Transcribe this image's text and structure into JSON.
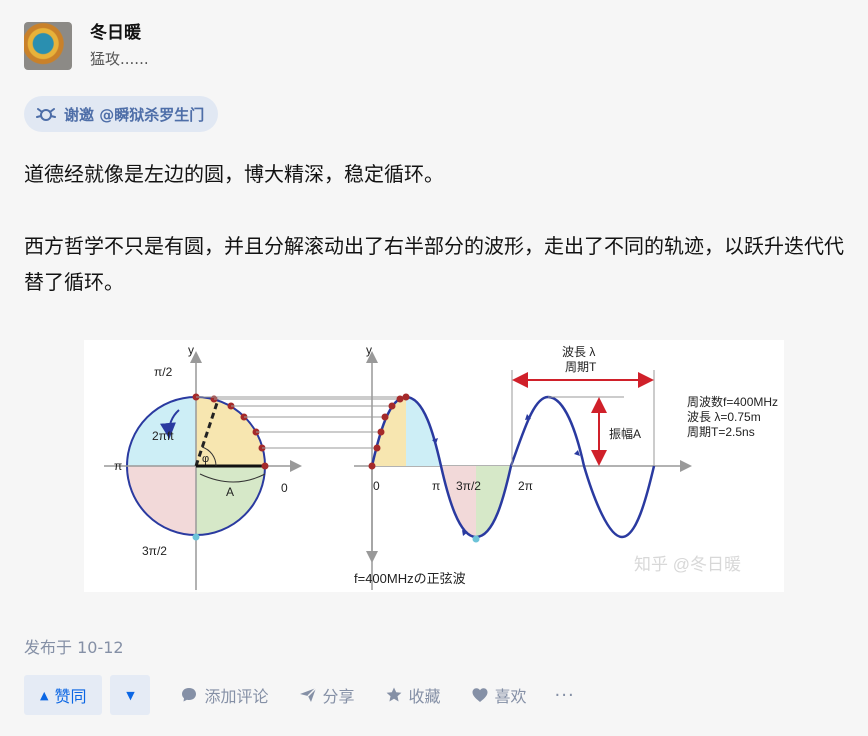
{
  "author": {
    "name": "冬日暖",
    "bio": "猛攻......"
  },
  "invite": {
    "text": "谢邀 @瞬狱杀罗生门"
  },
  "content": {
    "para1": "道德经就像是左边的圆，博大精深，稳定循环。",
    "para2": "西方哲学不只是有圆，并且分解滚动出了右半部分的波形，走出了不同的轨迹，以跃升迭代代替了循环。"
  },
  "figure": {
    "caption": "f=400MHzの正弦波",
    "watermark": "知乎 @冬日暖",
    "labels": {
      "y1": "y",
      "y2": "y",
      "pi_half": "π/2",
      "pi": "π",
      "three_pi_half_left": "3π/2",
      "two_pi_ft": "2πft",
      "phi": "φ",
      "A": "A",
      "zero_left": "0",
      "zero": "0",
      "pi_axis": "π",
      "three_pi_half": "3π/2",
      "two_pi": "2π",
      "wavelength": "波長 λ",
      "period": "周期T",
      "amplitude": "振幅A",
      "info1": "周波数f=400MHz",
      "info2": "波長 λ=0.75m",
      "info3": "周期T=2.5ns"
    }
  },
  "meta": {
    "published": "发布于 10-12"
  },
  "actions": {
    "upvote": "赞同",
    "comment": "添加评论",
    "share": "分享",
    "collect": "收藏",
    "like": "喜欢",
    "more": "···"
  },
  "colors": {
    "accent": "#0b66e4",
    "vote_bg": "#e5ebf5",
    "invite_bg": "#e1e8f3",
    "muted": "#8590a6"
  }
}
